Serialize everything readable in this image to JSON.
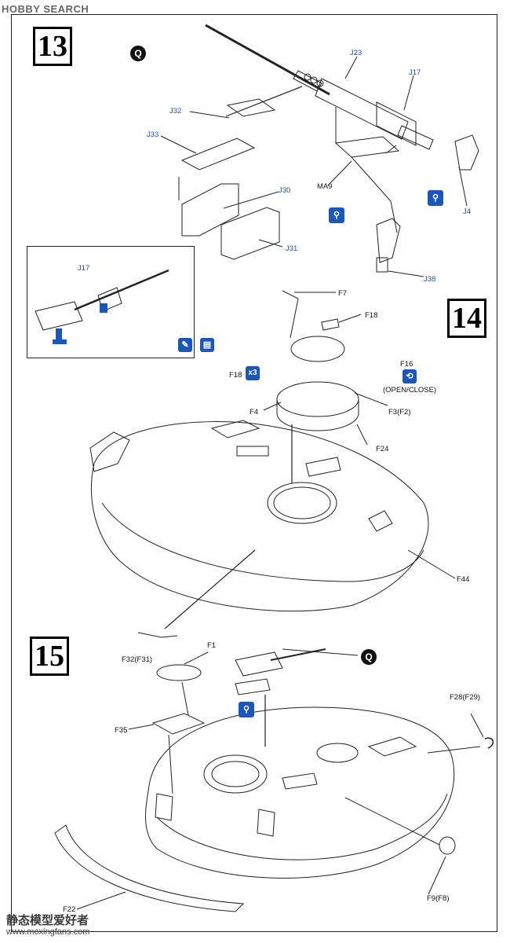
{
  "watermark": {
    "brand": "HOBBY SEARCH",
    "site_cn": "静态模型爱好者",
    "site_url": "www.moxingfans.com"
  },
  "steps": {
    "s13": "13",
    "s14": "14",
    "s15": "15"
  },
  "icons": {
    "q_mark": "Q",
    "paint": "paint-icon",
    "cement": "cement-icon",
    "tweezers": "tweezers-icon",
    "rotate": "rotate-icon",
    "times3": "x3"
  },
  "labels": {
    "J23": "J23",
    "J17": "J17",
    "J32": "J32",
    "J33": "J33",
    "J30": "J30",
    "J31": "J31",
    "J4": "J4",
    "MA9": "MA9",
    "J38": "J38",
    "J17_inset": "J17",
    "F7": "F7",
    "F18a": "F18",
    "F18b": "F18",
    "F16": "F16",
    "open_close": "(OPEN/CLOSE)",
    "F4": "F4",
    "F3F2": "F3(F2)",
    "F24": "F24",
    "F44": "F44",
    "F32F31": "F32(F31)",
    "F1": "F1",
    "F35": "F35",
    "F28F29": "F28(F29)",
    "F9F8": "F9(F8)",
    "F22": "F22"
  }
}
